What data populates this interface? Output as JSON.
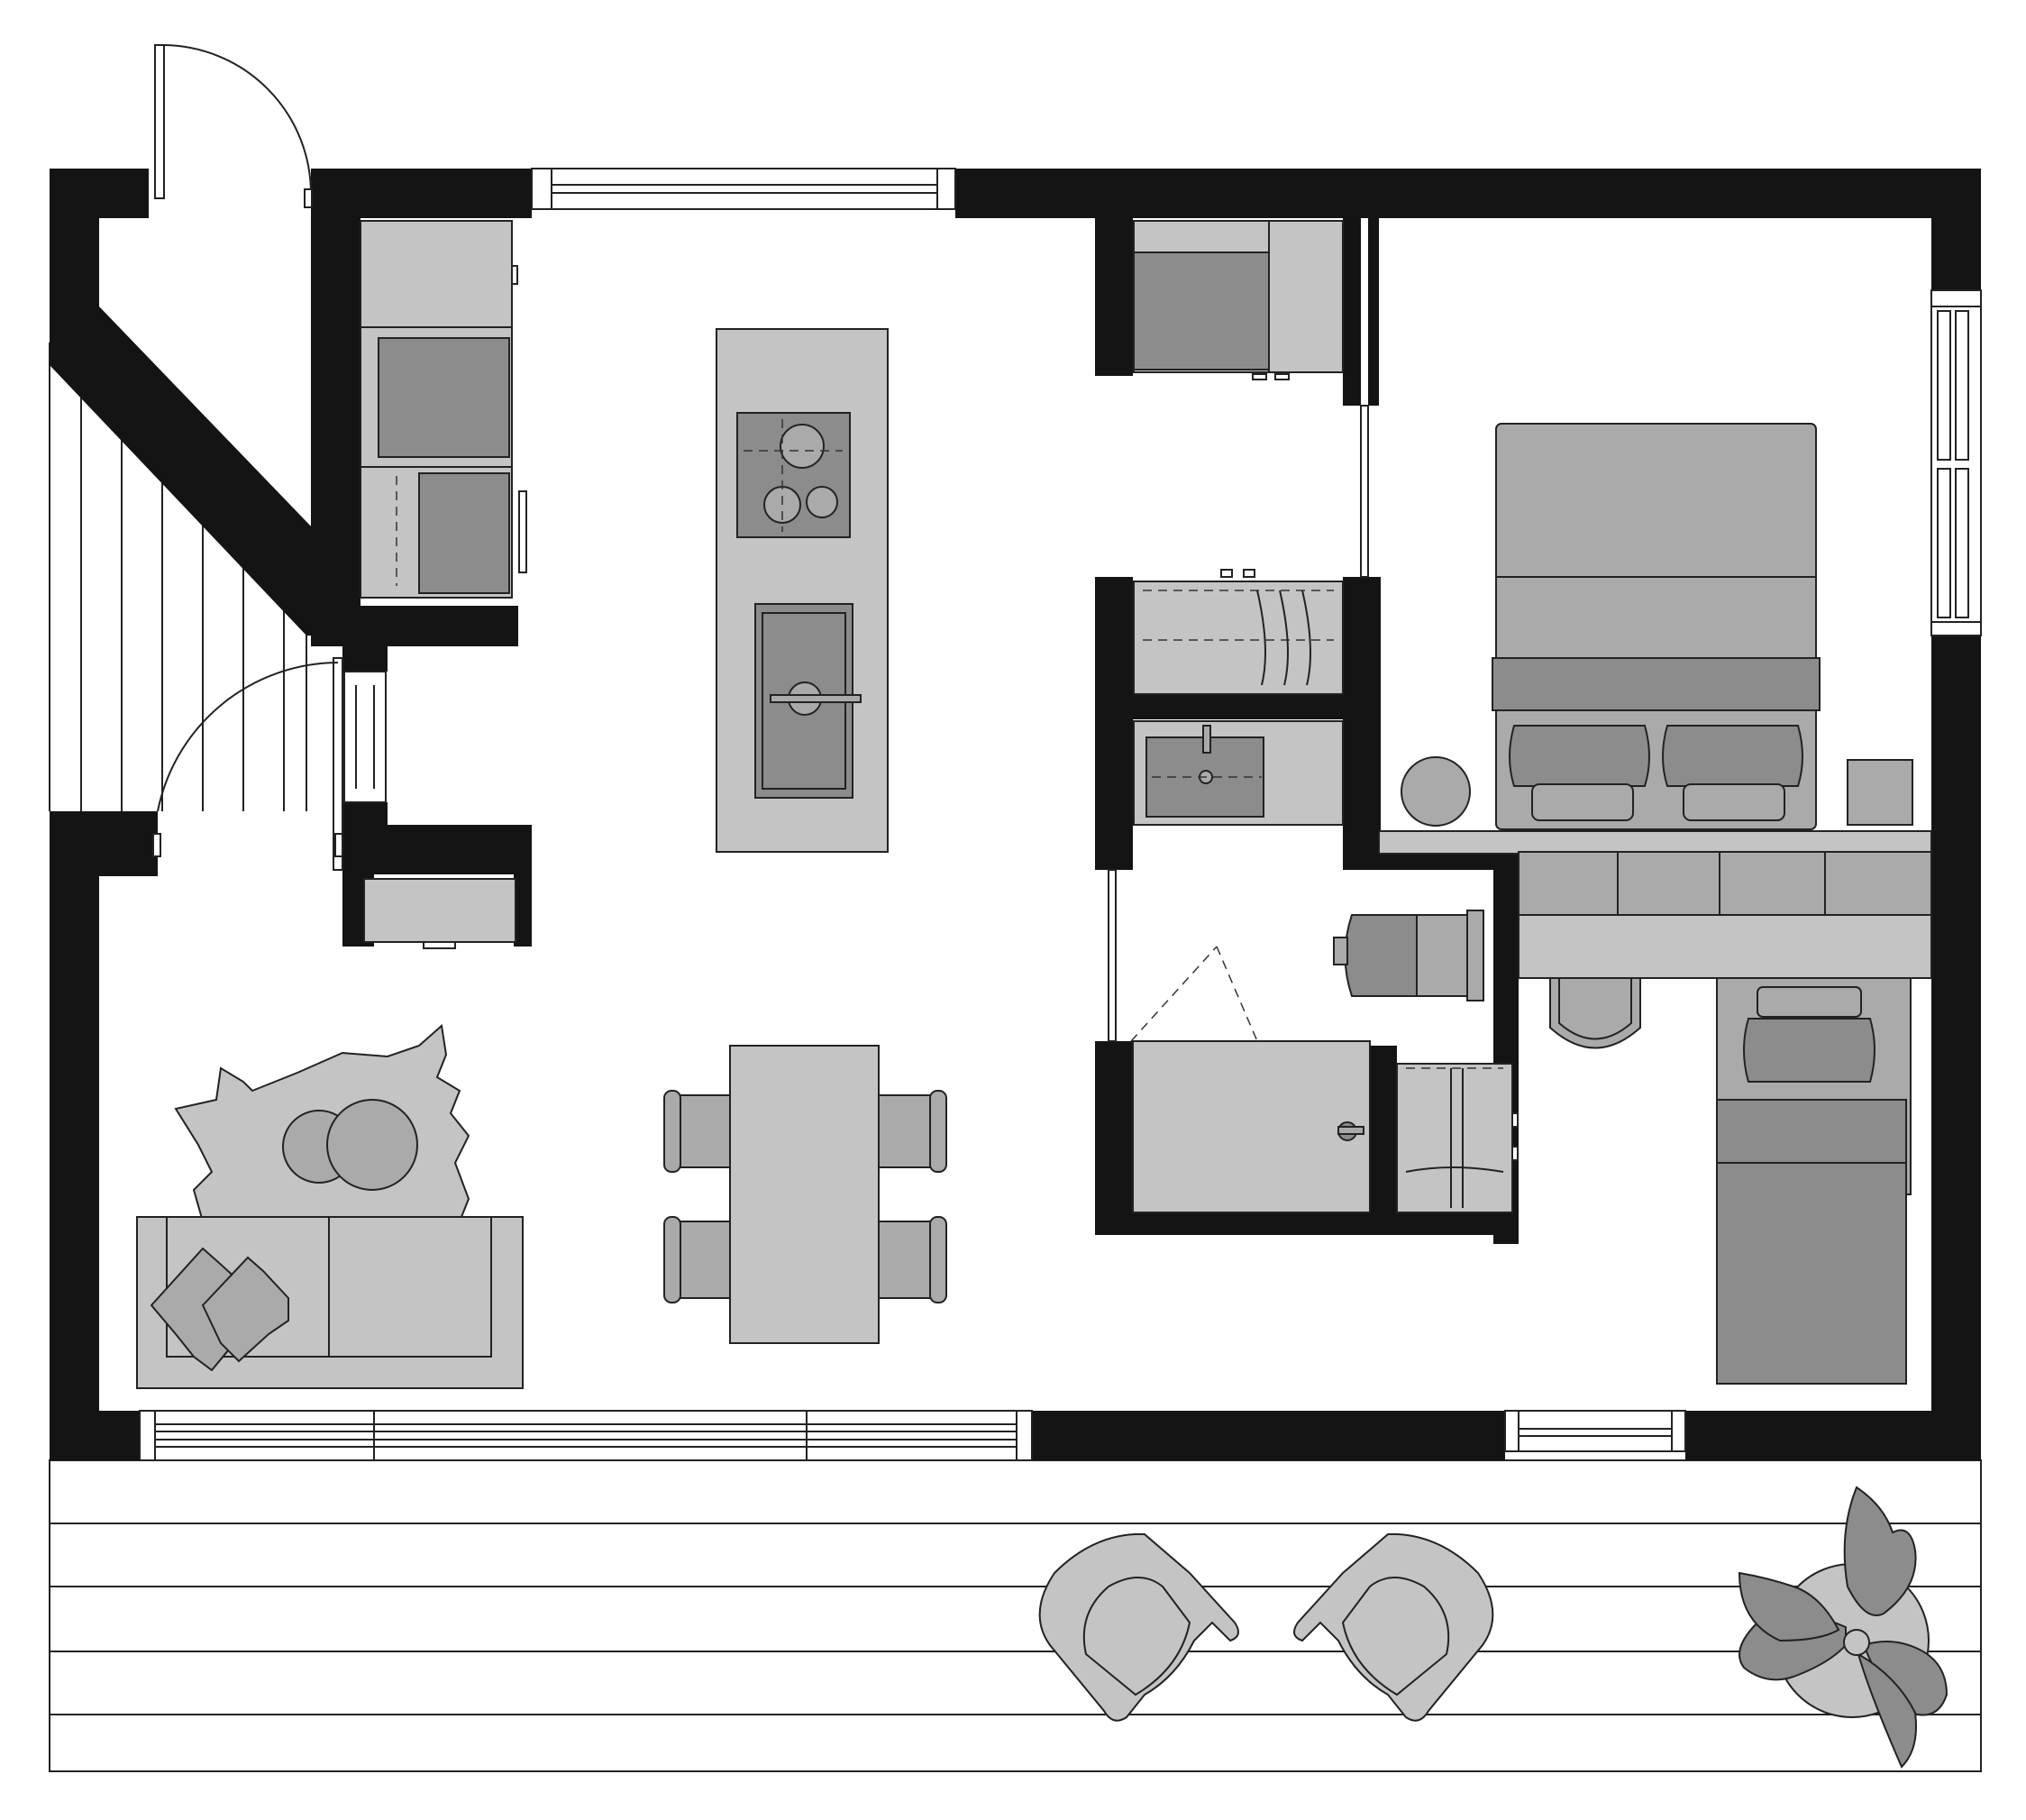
{
  "diagram": {
    "kind": "floor plan",
    "labels": [],
    "colors": {
      "wall": "#141414",
      "background": "#ffffff",
      "furniture_light": "#c4c4c4",
      "furniture_mid": "#aaaaaa",
      "furniture_dark": "#8c8c8c",
      "line": "#222222"
    },
    "rooms": [
      {
        "id": "entry-stair"
      },
      {
        "id": "kitchen"
      },
      {
        "id": "living-dining"
      },
      {
        "id": "bathroom"
      },
      {
        "id": "bedroom"
      },
      {
        "id": "deck"
      }
    ]
  }
}
